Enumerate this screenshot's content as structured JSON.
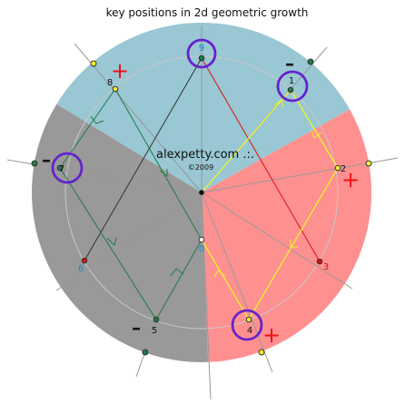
{
  "title": "key positions in 2d geometric growth",
  "watermark": {
    "site": "alexpetty.com .:.",
    "year": "©2009"
  },
  "positions": [
    {
      "label": "0",
      "color": "#1a86c7"
    },
    {
      "label": "1",
      "color": "#111111"
    },
    {
      "label": "2",
      "color": "#111111"
    },
    {
      "label": "3",
      "color": "#dd1111"
    },
    {
      "label": "4",
      "color": "#111111"
    },
    {
      "label": "5",
      "color": "#111111"
    },
    {
      "label": "6",
      "color": "#1a86c7"
    },
    {
      "label": "7",
      "color": "#111111"
    },
    {
      "label": "8",
      "color": "#111111"
    },
    {
      "label": "9",
      "color": "#1a86c7"
    }
  ],
  "signs": {
    "plus": "+",
    "minus": "–"
  },
  "sectors": {
    "blue": "#99c7d3",
    "red": "#ff9090",
    "gray": "#999999"
  },
  "path_colors": {
    "green": "#1f7a4a",
    "yellow": "#f3f32a",
    "red": "#dd1111",
    "black": "#333333",
    "circle": "#6622cc"
  }
}
